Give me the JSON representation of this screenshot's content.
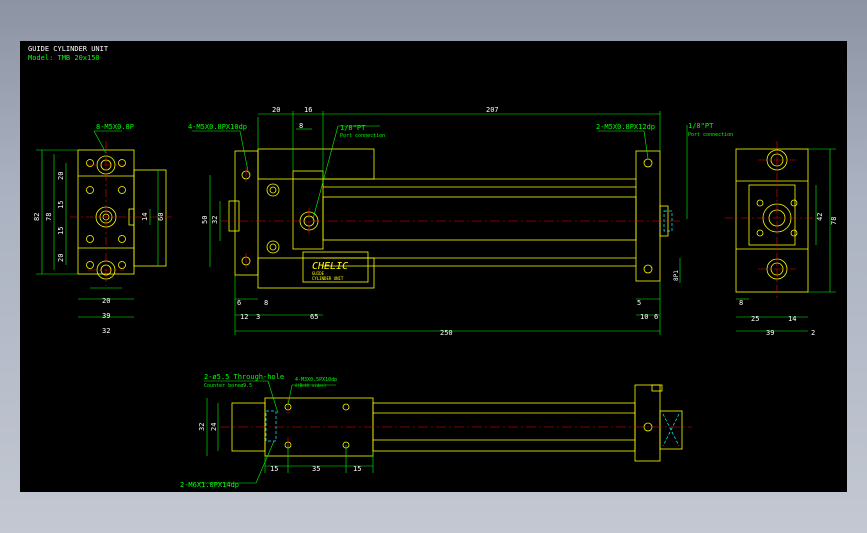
{
  "colors": {
    "background": "#000000",
    "outline": "#ffff00",
    "dimension": "#00ff00",
    "centerline": "#ff0000",
    "hidden": "#00ffff",
    "title": "#ffffff",
    "label": "#ffffff"
  },
  "header": {
    "title": "GUIDE CYLINDER UNIT",
    "model": "Model: TMB 20x150"
  },
  "left_view": {
    "callout": "8-M5X0.8P",
    "dims": [
      "20",
      "15",
      "15",
      "20",
      "82",
      "78",
      "14",
      "60",
      "20",
      "39",
      "32"
    ]
  },
  "front_view": {
    "callouts": [
      "4-M5X0.8PX10dp",
      "1/8\"PT",
      "Port connection",
      "2-M5X0.8PX12dp",
      "1/8\"PT",
      "Port connection"
    ],
    "top_dims": [
      "20",
      "16",
      "8",
      "207"
    ],
    "left_dims": [
      "50",
      "32"
    ],
    "bottom_dims": [
      "6",
      "8",
      "12",
      "3",
      "65",
      "5",
      "10",
      "6",
      "250"
    ],
    "right_dim": "8P1",
    "brand": "CHELIC",
    "plate_lines": [
      "GUIDE",
      "CYLINDER UNIT"
    ]
  },
  "right_view": {
    "dims": [
      "42",
      "78",
      "8",
      "25",
      "14",
      "39",
      "2"
    ]
  },
  "bottom_view": {
    "callouts": [
      "2-ø5.5 Through-hole",
      "Counter boreø9.5",
      "4-M3X0.5PX10dp",
      "2-M6X1.0PX14dp"
    ],
    "sub": "õ(Both sides)",
    "dims": [
      "32",
      "24",
      "15",
      "35",
      "15"
    ]
  }
}
